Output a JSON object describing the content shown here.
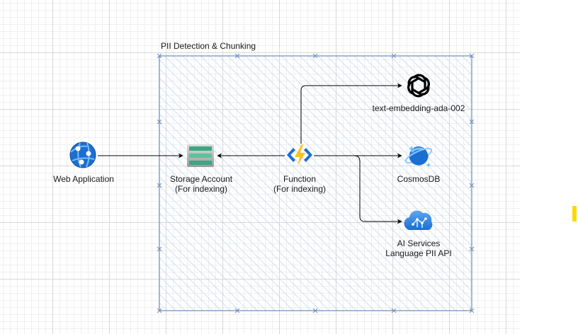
{
  "group": {
    "title": "PII Detection & Chunking"
  },
  "nodes": {
    "web_app": {
      "label": "Web Application",
      "icon": "web-app-globe-icon"
    },
    "storage": {
      "line1": "Storage Account",
      "line2": "(For indexing)",
      "icon": "storage-account-icon"
    },
    "function": {
      "line1": "Function",
      "line2": "(For indexing)",
      "icon": "azure-function-icon"
    },
    "openai": {
      "label": "text-embedding-ada-002",
      "icon": "openai-logo-icon"
    },
    "cosmos": {
      "label": "CosmosDB",
      "icon": "cosmosdb-planet-icon"
    },
    "ai": {
      "line1": "AI Services",
      "line2": "Language PII API",
      "icon": "ai-services-cloud-icon"
    }
  },
  "edges": [
    {
      "from": "web_app",
      "to": "storage"
    },
    {
      "from": "function",
      "to": "storage"
    },
    {
      "from": "function",
      "to": "openai"
    },
    {
      "from": "function",
      "to": "cosmos"
    },
    {
      "from": "function",
      "to": "ai"
    }
  ],
  "colors": {
    "group_border": "#6c8ebf",
    "hatch": "#b7d2ea",
    "edge": "#000000",
    "azure_blue": "#1a6fd1",
    "function_yellow": "#fcc419",
    "storage_green": "#3aa882",
    "marker": "#ffd800"
  }
}
